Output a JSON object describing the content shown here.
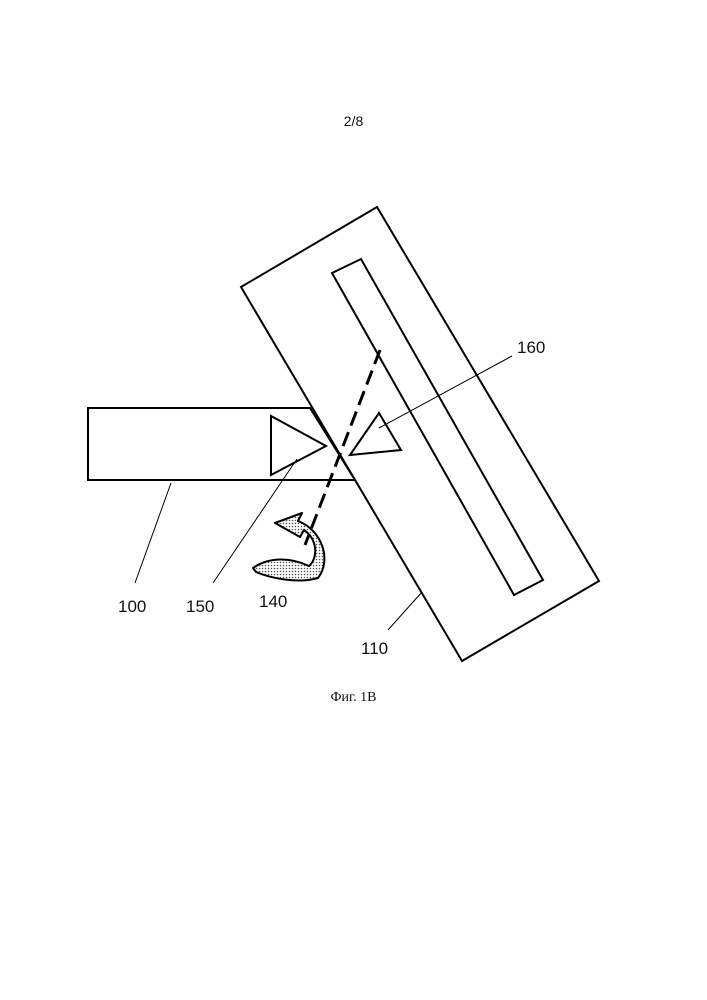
{
  "page_number": "2/8",
  "caption": "Фиг. 1В",
  "labels": {
    "l100": "100",
    "l110": "110",
    "l140": "140",
    "l150": "150",
    "l160": "160"
  }
}
